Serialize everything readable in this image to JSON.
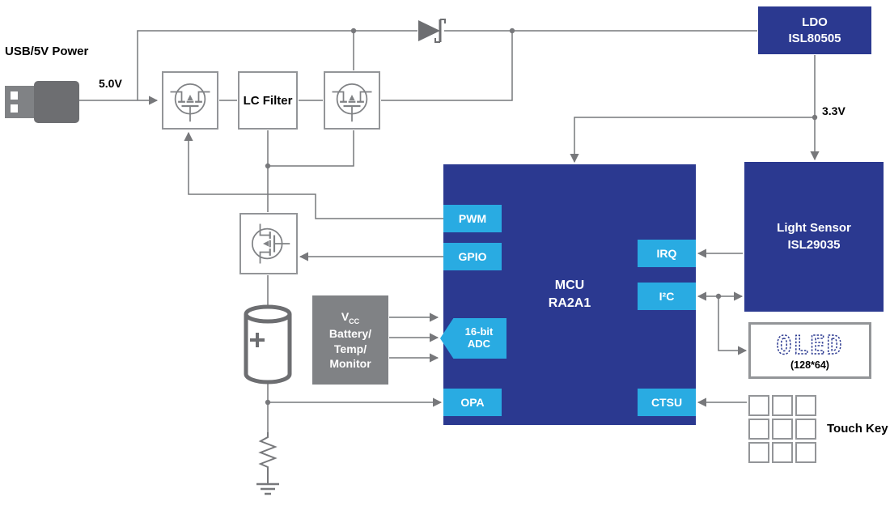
{
  "labels": {
    "usb_power": "USB/5V Power",
    "v5": "5.0V",
    "v33": "3.3V",
    "lc_filter": "LC Filter",
    "touch_key": "Touch Key",
    "oled_text": "OLED",
    "oled_res": "(128*64)"
  },
  "blocks": {
    "ldo": {
      "name": "LDO",
      "part": "ISL80505"
    },
    "mcu": {
      "name": "MCU",
      "part": "RA2A1"
    },
    "light_sensor": {
      "name": "Light Sensor",
      "part": "ISL29035"
    },
    "vmon": {
      "prefix": "V",
      "sub": "CC",
      "lines": [
        "Battery/",
        "Temp/",
        "Monitor"
      ]
    }
  },
  "peripherals": {
    "pwm": "PWM",
    "gpio": "GPIO",
    "adc1": "16-bit",
    "adc2": "ADC",
    "opa": "OPA",
    "irq": "IRQ",
    "i2c": "I²C",
    "ctsu": "CTSU"
  },
  "colors": {
    "dark_blue": "#2b3990",
    "cyan": "#29abe2",
    "gray_block": "#808285",
    "wire": "#77787b"
  }
}
